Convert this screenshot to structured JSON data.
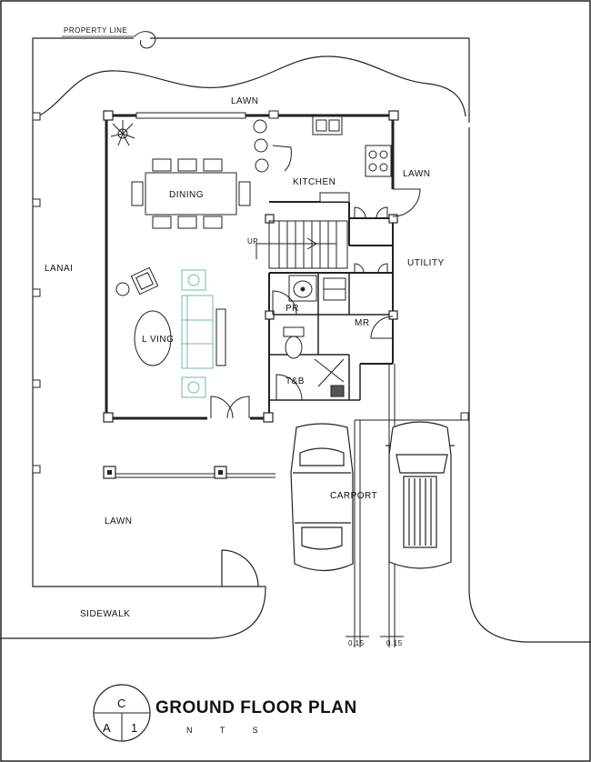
{
  "plan": {
    "title": "GROUND FLOOR PLAN",
    "scale_note": "N T S",
    "tag_top": "C",
    "tag_bottom_left": "A",
    "tag_bottom_right": "1",
    "labels": {
      "property_line": "PROPERTY LINE",
      "lawn_top": "LAWN",
      "lawn_right": "LAWN",
      "lawn_bottom": "LAWN",
      "lanai": "LANAI",
      "dining": "DINING",
      "kitchen": "KITCHEN",
      "utility": "UTILITY",
      "up": "UP",
      "pr": "PR",
      "mr": "MR",
      "living": "L VING",
      "tb": "T&B",
      "carport": "CARPORT",
      "sidewalk": "SIDEWALK",
      "dim_left": "0.15",
      "dim_right": "0.15"
    }
  }
}
